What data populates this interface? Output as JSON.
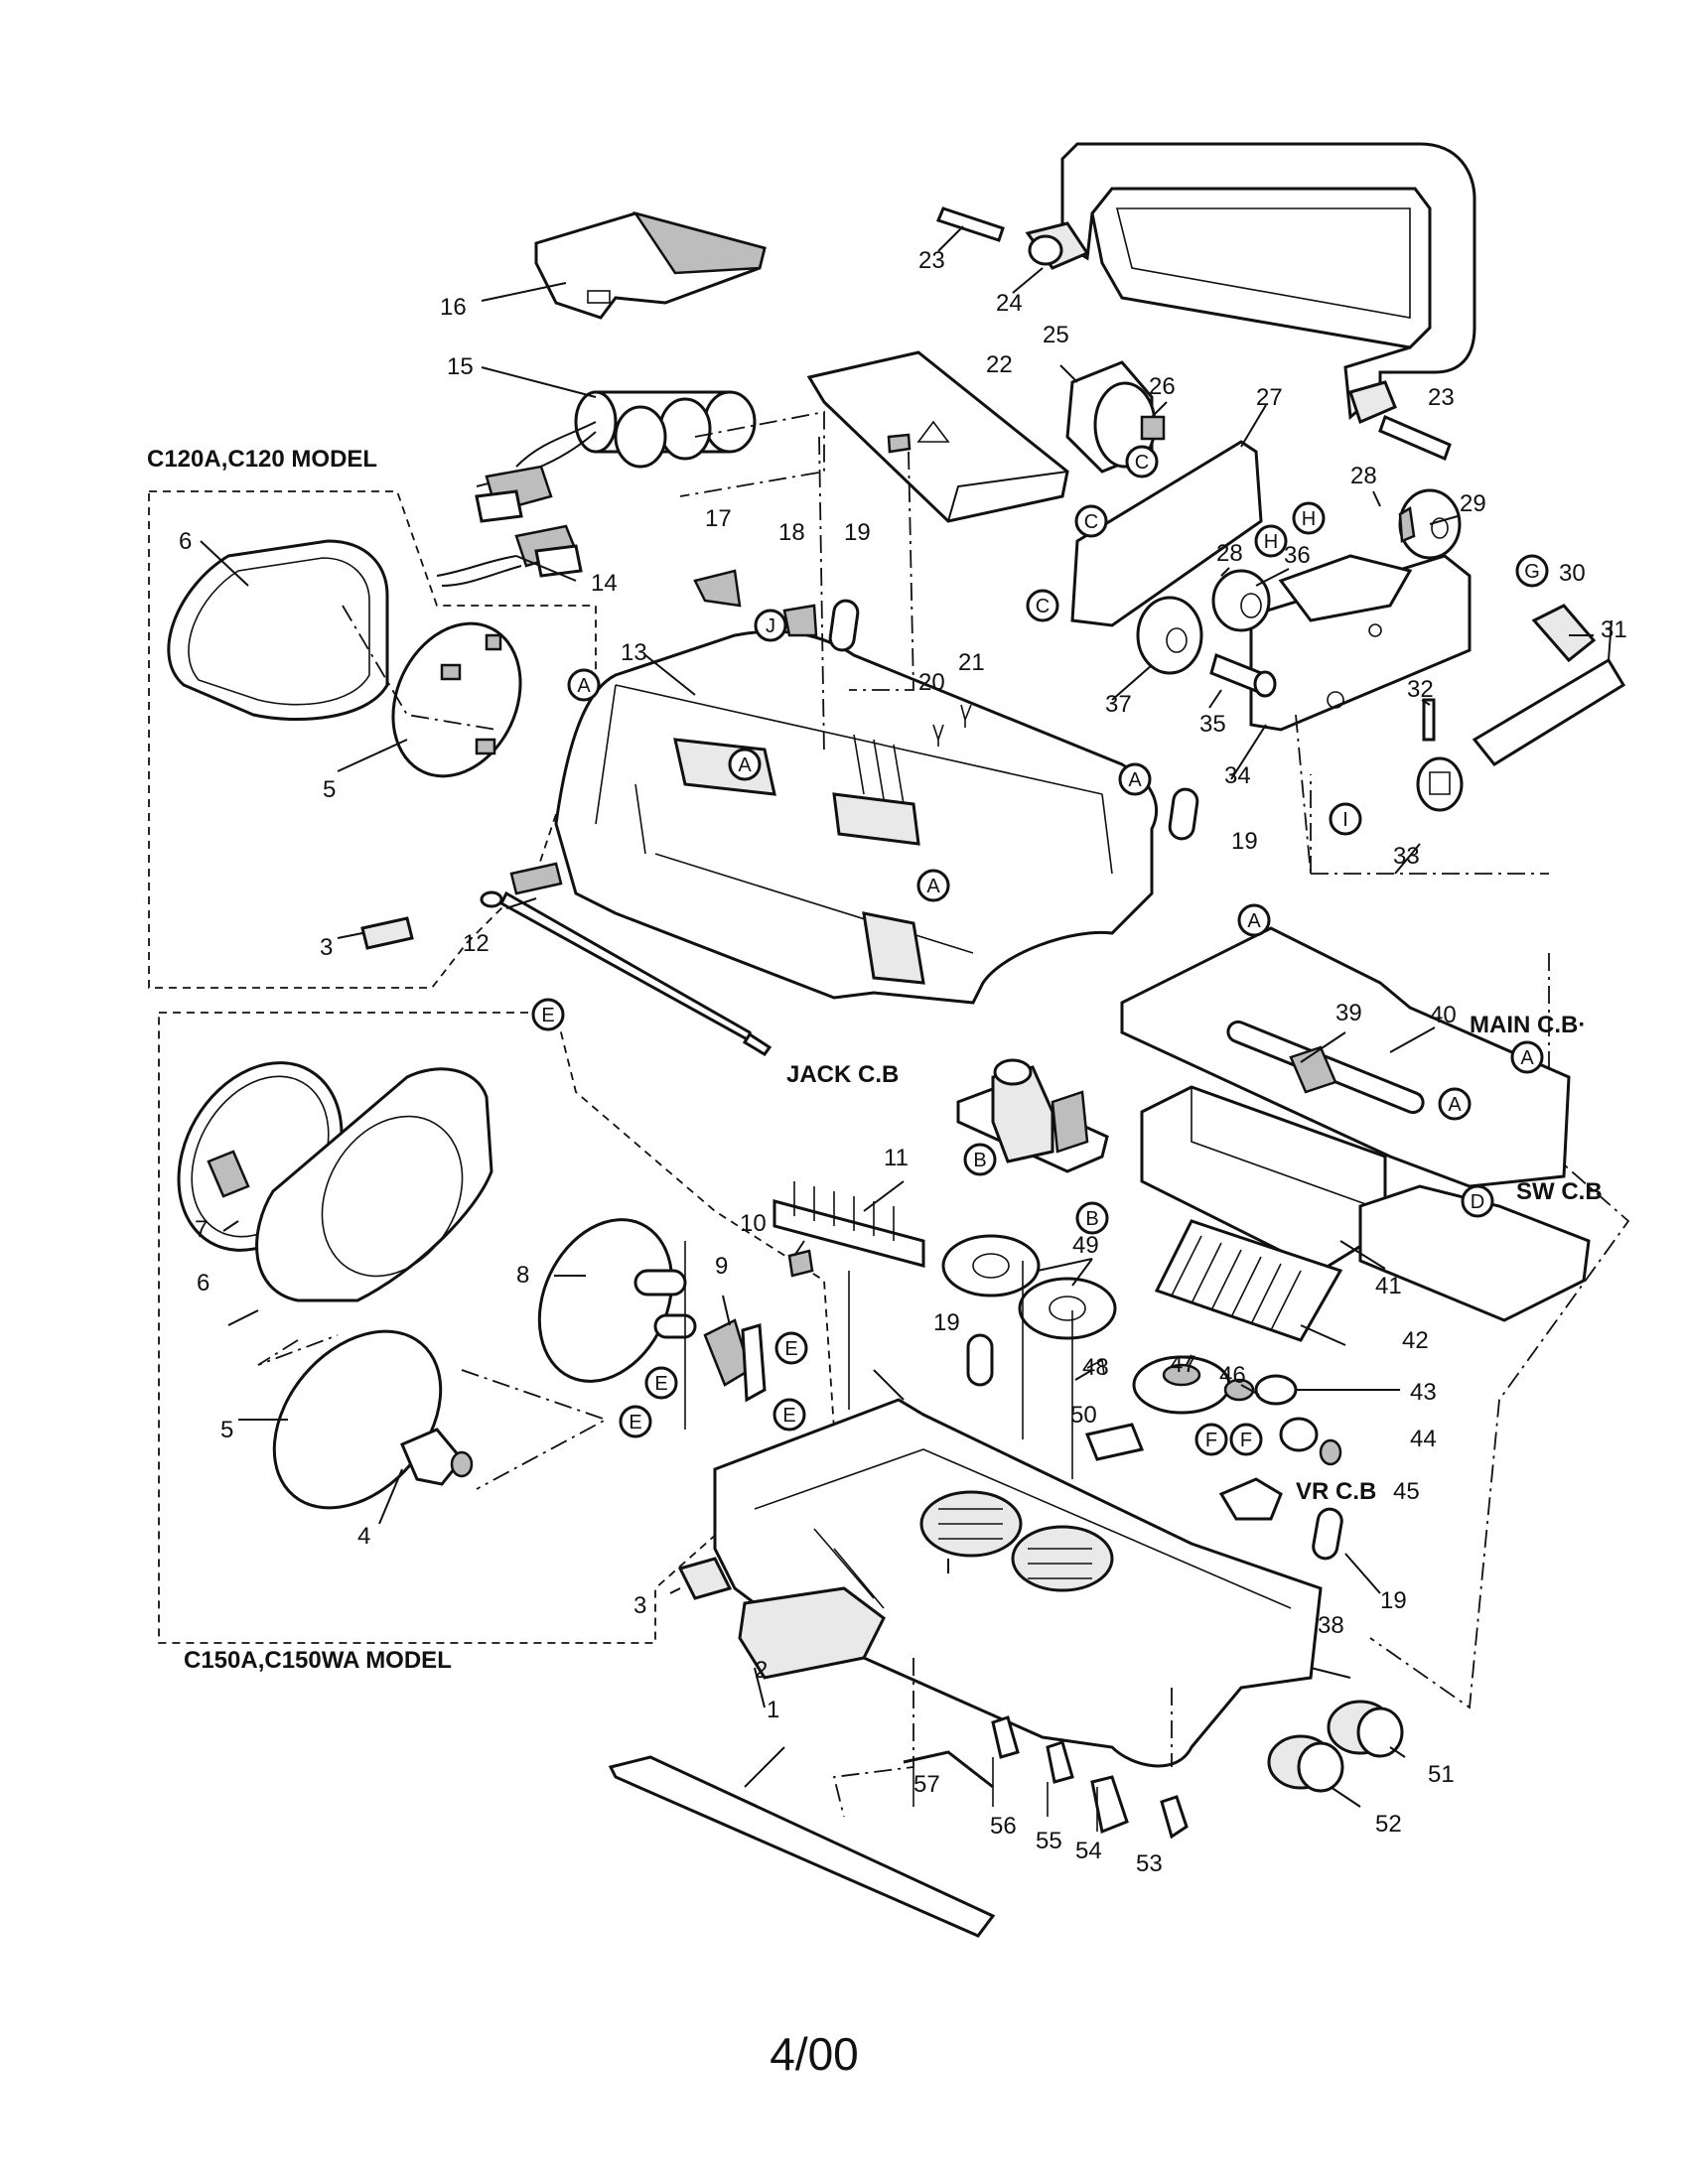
{
  "models": {
    "upper": "C120A,C120 MODEL",
    "lower": "C150A,C150WA MODEL"
  },
  "boards": {
    "jack": "JACK C.B",
    "main": "MAIN C.B·",
    "sw": "SW C.B",
    "vr": "VR C.B"
  },
  "part_labels": [
    "1",
    "2",
    "3",
    "3",
    "4",
    "5",
    "5",
    "6",
    "6",
    "7",
    "8",
    "9",
    "10",
    "11",
    "12",
    "13",
    "14",
    "15",
    "16",
    "17",
    "18",
    "19",
    "19",
    "19",
    "19",
    "20",
    "21",
    "22",
    "23",
    "23",
    "24",
    "25",
    "26",
    "27",
    "28",
    "28",
    "29",
    "30",
    "31",
    "32",
    "33",
    "34",
    "35",
    "36",
    "37",
    "38",
    "39",
    "40",
    "41",
    "42",
    "43",
    "44",
    "45",
    "46",
    "47",
    "48",
    "49",
    "50",
    "51",
    "52",
    "53",
    "54",
    "55",
    "56",
    "57"
  ],
  "connectors": [
    "A",
    "A",
    "A",
    "A",
    "A",
    "A",
    "A",
    "A",
    "B",
    "B",
    "C",
    "C",
    "C",
    "C",
    "D",
    "E",
    "E",
    "E",
    "E",
    "E",
    "F",
    "F",
    "G",
    "H",
    "H",
    "I",
    "J"
  ],
  "footer": "4/00"
}
